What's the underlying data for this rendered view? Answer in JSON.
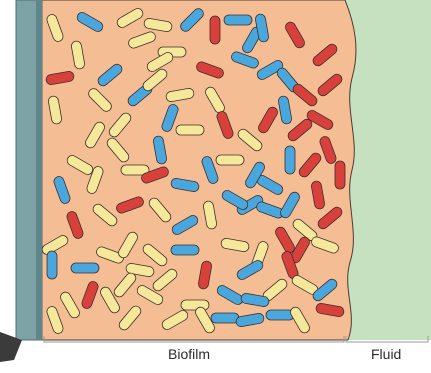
{
  "labels": {
    "biofilm": "Biofilm",
    "fluid": "Fluid"
  },
  "colors": {
    "substrate": "#7ea3a7",
    "substrate_edge": "#5a7f84",
    "biofilm_matrix": "#f4bd94",
    "fluid": "#c6e1c0",
    "bacteria_red": "#d8403c",
    "bacteria_blue": "#4aa7dd",
    "bacteria_yellow": "#f6e89a",
    "outline": "#3c2f2a"
  },
  "legend_type": "schematic of bacterial cells embedded in a biofilm matrix on a surface",
  "cell_types": [
    "red-rod",
    "blue-rod",
    "yellow-rod"
  ]
}
